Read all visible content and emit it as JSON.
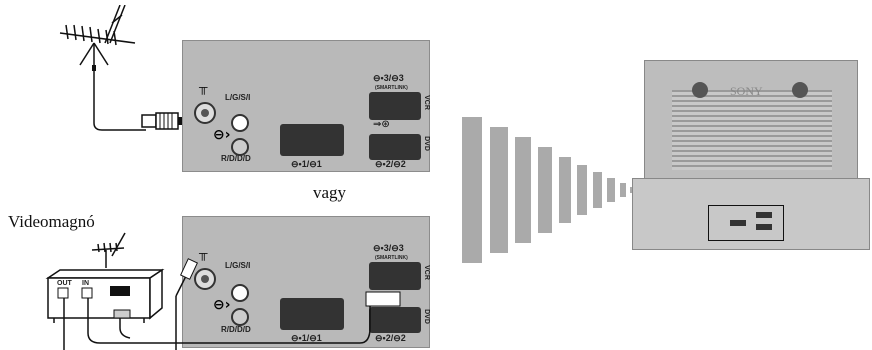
{
  "labels": {
    "vagy": "vagy",
    "videomagno": "Videomagnó",
    "sony": "SONY"
  },
  "panel": {
    "lgsi": "L/G/S/I",
    "rddd": "R/D/D/D",
    "vcr": "VCR",
    "dvd": "DVD",
    "smartlink": "(SMARTLINK)",
    "scart1": "⊖•1/⊖1",
    "scart2": "⊖•2/⊖2",
    "scart3": "⊖•3/⊖3"
  },
  "vcr": {
    "out": "OUT",
    "in": "IN"
  }
}
